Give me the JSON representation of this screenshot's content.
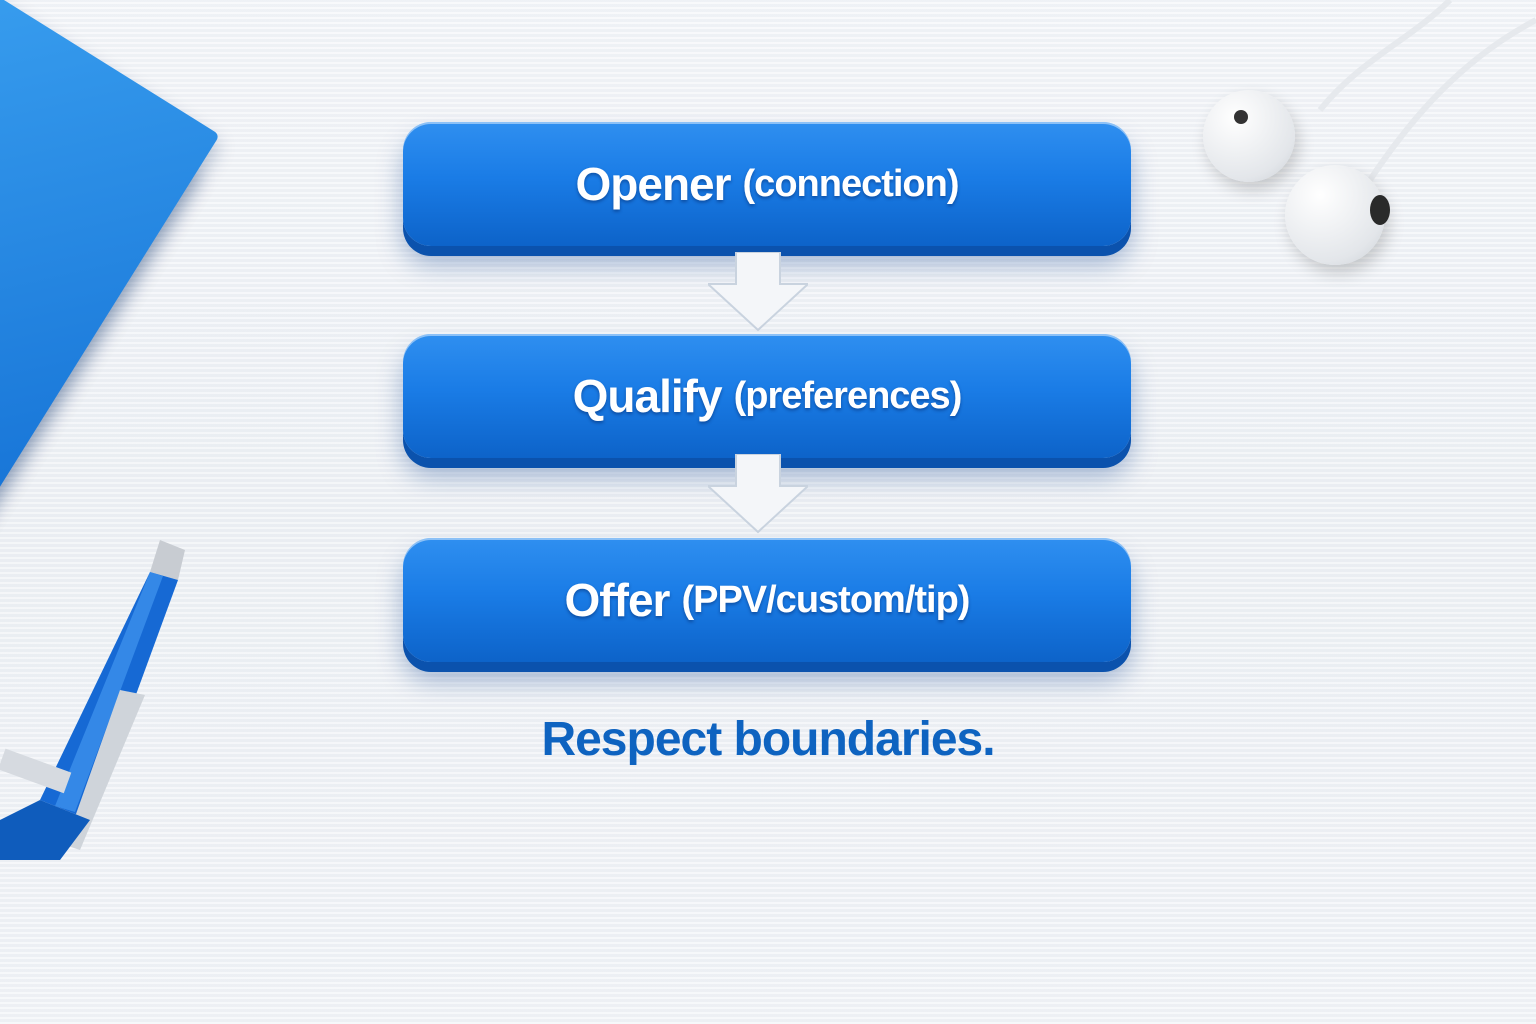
{
  "flow": {
    "steps": [
      {
        "title": "Opener",
        "detail": "(connection)"
      },
      {
        "title": "Qualify",
        "detail": "(preferences)"
      },
      {
        "title": "Offer",
        "detail": "(PPV/custom/tip)"
      }
    ],
    "footer": "Respect boundaries."
  },
  "colors": {
    "step_blue": "#1a7ce6",
    "footer_text": "#0e63c0",
    "arrow": "#f4f6f9"
  },
  "decor": {
    "icons": [
      "sticky-notes",
      "pen",
      "earbuds"
    ]
  }
}
